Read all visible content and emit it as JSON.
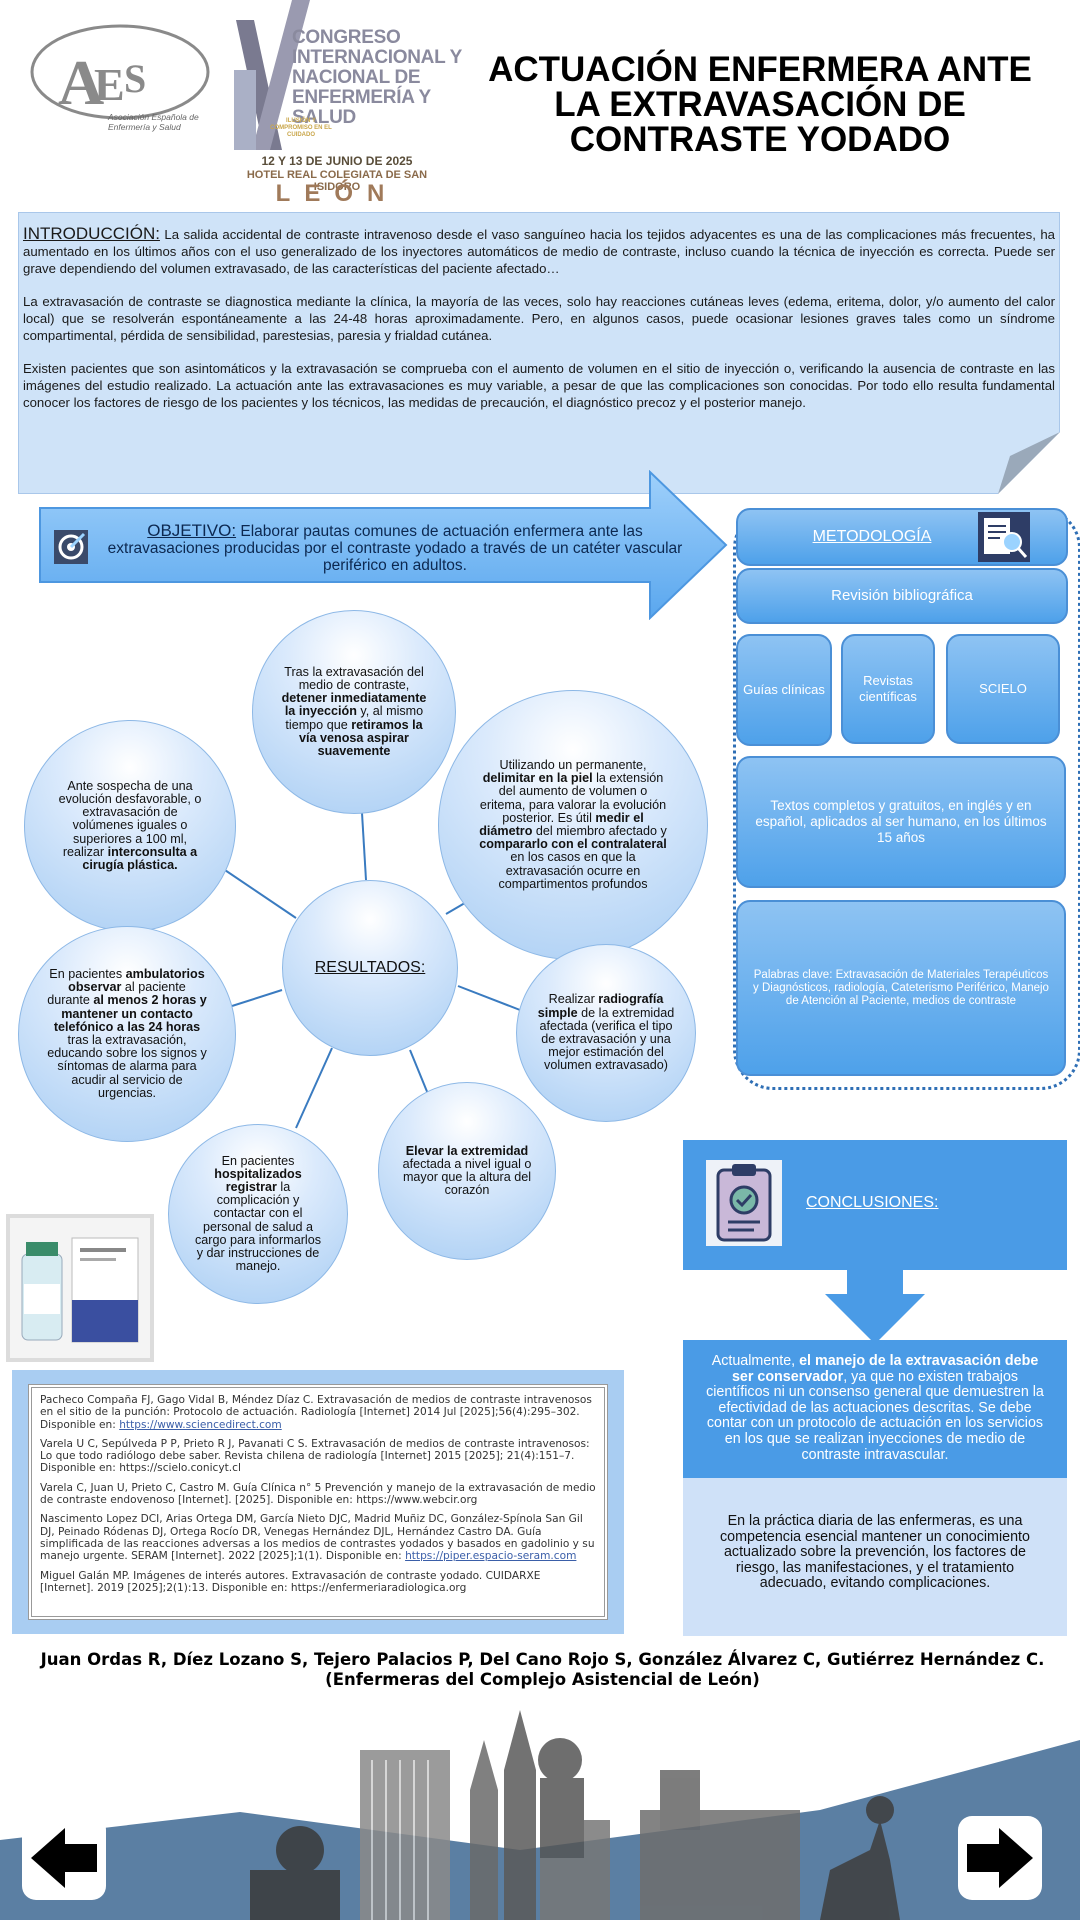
{
  "header": {
    "aee_logo_letters": "AEES",
    "aee_name": "Asociación Española de Enfermería y Salud",
    "congress_numeral": "IX",
    "congress_title": "Congreso Internacional y Nacional de Enfermería y Salud",
    "congress_slogan": "ILUSIÓN Y COMPROMISO EN EL CUIDADO",
    "congress_dates": "12 Y 13 DE JUNIO DE 2025",
    "congress_venue": "HOTEL REAL COLEGIATA DE SAN ISIDORO",
    "congress_city": "LEÓN",
    "title": "ACTUACIÓN ENFERMERA ANTE LA EXTRAVASACIÓN DE CONTRASTE YODADO"
  },
  "intro": {
    "heading": "INTRODUCCIÓN:",
    "p1": "La salida accidental de contraste intravenoso desde el vaso sanguíneo hacia los tejidos adyacentes es una de las complicaciones más frecuentes, ha aumentado en los últimos años con el uso generalizado de los inyectores automáticos de medio de contraste, incluso cuando la técnica de inyección es correcta. Puede ser grave dependiendo del volumen extravasado, de las características del paciente afectado…",
    "p2": "La extravasación de contraste se diagnostica mediante la clínica, la mayoría de las veces, solo hay reacciones cutáneas leves (edema, eritema, dolor, y/o aumento del calor local) que se resolverán espontáneamente a las 24-48 horas aproximadamente. Pero, en algunos casos, puede ocasionar lesiones graves tales como un síndrome compartimental, pérdida de sensibilidad, parestesias, paresia y frialdad cutánea.",
    "p3": "Existen pacientes que son asintomáticos y la extravasación se comprueba con el aumento de volumen en el sitio de inyección o, verificando la ausencia de contraste en las imágenes del estudio realizado. La actuación ante las extravasaciones es muy variable, a pesar de que las complicaciones son conocidas. Por todo ello resulta fundamental conocer los factores de riesgo de los pacientes y los técnicos, las medidas de precaución, el diagnóstico precoz y el posterior manejo."
  },
  "objetivo": {
    "heading": "OBJETIVO:",
    "text": "Elaborar pautas comunes de actuación enfermera ante las extravasaciones producidas por el contraste yodado a través de un catéter vascular periférico en adultos."
  },
  "metodologia": {
    "heading": "METODOLOGÍA",
    "review": "Revisión bibliográfica",
    "sources": [
      "Guías clínicas",
      "Revistas científicas",
      "SCIELO"
    ],
    "criteria": "Textos completos y gratuitos, en inglés y en español, aplicados al ser humano, en los últimos 15 años",
    "keywords": "Palabras clave: Extravasación de Materiales Terapéuticos y Diagnósticos, radiología, Cateterismo Periférico, Manejo de Atención al Paciente, medios de contraste"
  },
  "resultados": {
    "heading": "RESULTADOS:",
    "top": {
      "a": "Tras la extravasación del medio de contraste, ",
      "b": "detener inmediatamente la inyección",
      "c": " y, al mismo tiempo que ",
      "d": "retiramos la vía venosa aspirar suavemente",
      "e": ""
    },
    "left": {
      "a": "Ante sospecha de una evolución desfavorable, o extravasación de volúmenes iguales o superiores a 100 ml, realizar ",
      "b": "interconsulta a cirugía plástica.",
      "c": ""
    },
    "right": {
      "a": "Utilizando un permanente, ",
      "b": "delimitar en la piel",
      "c": " la extensión del aumento de volumen o eritema, para valorar la evolución posterior. Es útil ",
      "d": "medir el diámetro",
      "e": " del miembro afectado y ",
      "f": "compararlo con el contralateral",
      "g": " en los casos en que la extravasación ocurre en compartimentos profundos"
    },
    "lowleft": {
      "a": "En pacientes ",
      "b": "ambulatorios observar",
      "c": " al paciente durante ",
      "d": "al menos 2 horas y mantener un contacto telefónico a las 24 horas",
      "e": " tras la extravasación, educando sobre los signos y síntomas de alarma para acudir al servicio de urgencias."
    },
    "lowright": {
      "a": "Realizar ",
      "b": "radiografía simple",
      "c": " de la extremidad afectada (verifica el tipo de extravasación y una mejor estimación del volumen extravasado)"
    },
    "bottom": {
      "a": "",
      "b": "Elevar la extremidad",
      "c": " afectada a nivel igual o mayor que la altura del corazón"
    },
    "botleft": {
      "a": "En pacientes ",
      "b": "hospitalizados registrar",
      "c": " la complicación y contactar con el personal de salud a cargo para informarlos y dar instrucciones de manejo."
    }
  },
  "conclusiones": {
    "heading": "CONCLUSIONES:",
    "p1_a": "Actualmente, ",
    "p1_b": "el manejo de la extravasación debe ser conservador",
    "p1_c": ", ya que no existen trabajos científicos ni un consenso general que demuestren la efectividad de las actuaciones descritas. Se debe contar con un protocolo de actuación en los servicios en los que se realizan inyecciones de medio de contraste intravascular.",
    "p2": "En la práctica diaria de las enfermeras, es una competencia esencial mantener un conocimiento actualizado sobre la prevención, los factores de riesgo, las manifestaciones, y el tratamiento adecuado, evitando complicaciones."
  },
  "references": [
    {
      "text": "Pacheco Compaña FJ, Gago Vidal B, Méndez Díaz C. Extravasación de medios de contraste intravenosos en el sitio de la punción: Protocolo de actuación. Radiología [Internet] 2014 Jul [2025];56(4):295–302. Disponible en: ",
      "link": "https://www.sciencedirect.com"
    },
    {
      "text": "Varela U C, Sepúlveda P P, Prieto R J, Pavanati C S. Extravasación de medios de contraste intravenosos: Lo que todo radiólogo debe saber. Revista chilena de radiología [Internet] 2015 [2025]; 21(4):151–7. Disponible en: https://scielo.conicyt.cl",
      "link": ""
    },
    {
      "text": "Varela C, Juan U, Prieto C, Castro M. Guía Clínica n° 5 Prevención y manejo de la extravasación de medio de contraste endovenoso [Internet]. [2025]. Disponible en: https://www.webcir.org",
      "link": ""
    },
    {
      "text": "Nascimento Lopez DCI, Arias Ortega DM, García Nieto DJC, Madrid Muñiz DC, González-Spínola San Gil DJ, Peinado Ródenas DJ, Ortega Rocío DR, Venegas Hernández DJL, Hernández Castro DA. Guía simplificada de las reacciones adversas a los medios de contrastes yodados y basados en gadolinio y su manejo urgente. SERAM [Internet]. 2022 [2025];1(1). Disponible en: ",
      "link": "https://piper.espacio-seram.com"
    },
    {
      "text": "Miguel Galán MP. Imágenes de interés autores. Extravasación de contraste yodado. CUIDARXE [Internet]. 2019 [2025];2(1):13. Disponible en: https://enfermeriaradiologica.org",
      "link": ""
    }
  ],
  "authors": {
    "names": "Juan Ordas R, Díez Lozano S, Tejero Palacios P, Del Cano Rojo S, González Álvarez C, Gutiérrez Hernández C.",
    "affiliation": "(Enfermeras del Complejo Asistencial de León)"
  },
  "colors": {
    "intro_bg": "#cfe3f8",
    "accent_blue": "#4a9be6",
    "arrow_blue": "#62aaf0",
    "footer_band": "#5b7fa3"
  },
  "icons": [
    "target-icon",
    "search-document-icon",
    "clipboard-check-icon",
    "prev-arrow-icon",
    "next-arrow-icon"
  ]
}
